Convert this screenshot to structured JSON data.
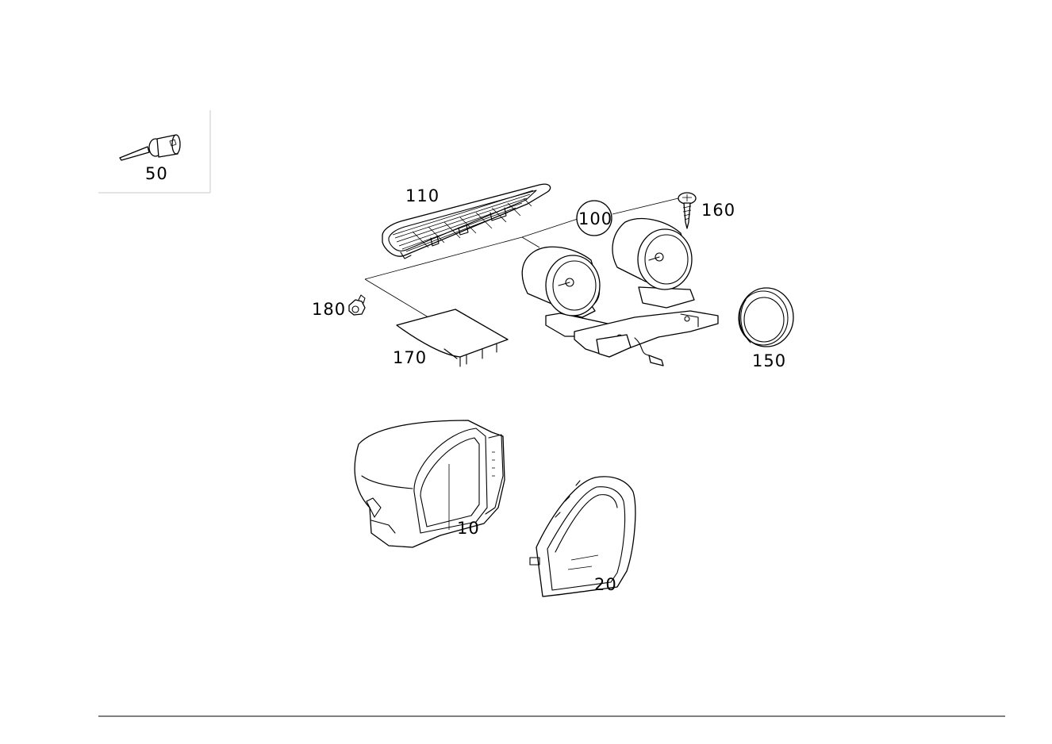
{
  "parts": [
    {
      "id": "p50",
      "label": "50"
    },
    {
      "id": "p110",
      "label": "110"
    },
    {
      "id": "p100",
      "label": "100"
    },
    {
      "id": "p160",
      "label": "160"
    },
    {
      "id": "p180",
      "label": "180"
    },
    {
      "id": "p170",
      "label": "170"
    },
    {
      "id": "p150",
      "label": "150"
    },
    {
      "id": "p10",
      "label": "10"
    },
    {
      "id": "p20",
      "label": "20"
    }
  ]
}
